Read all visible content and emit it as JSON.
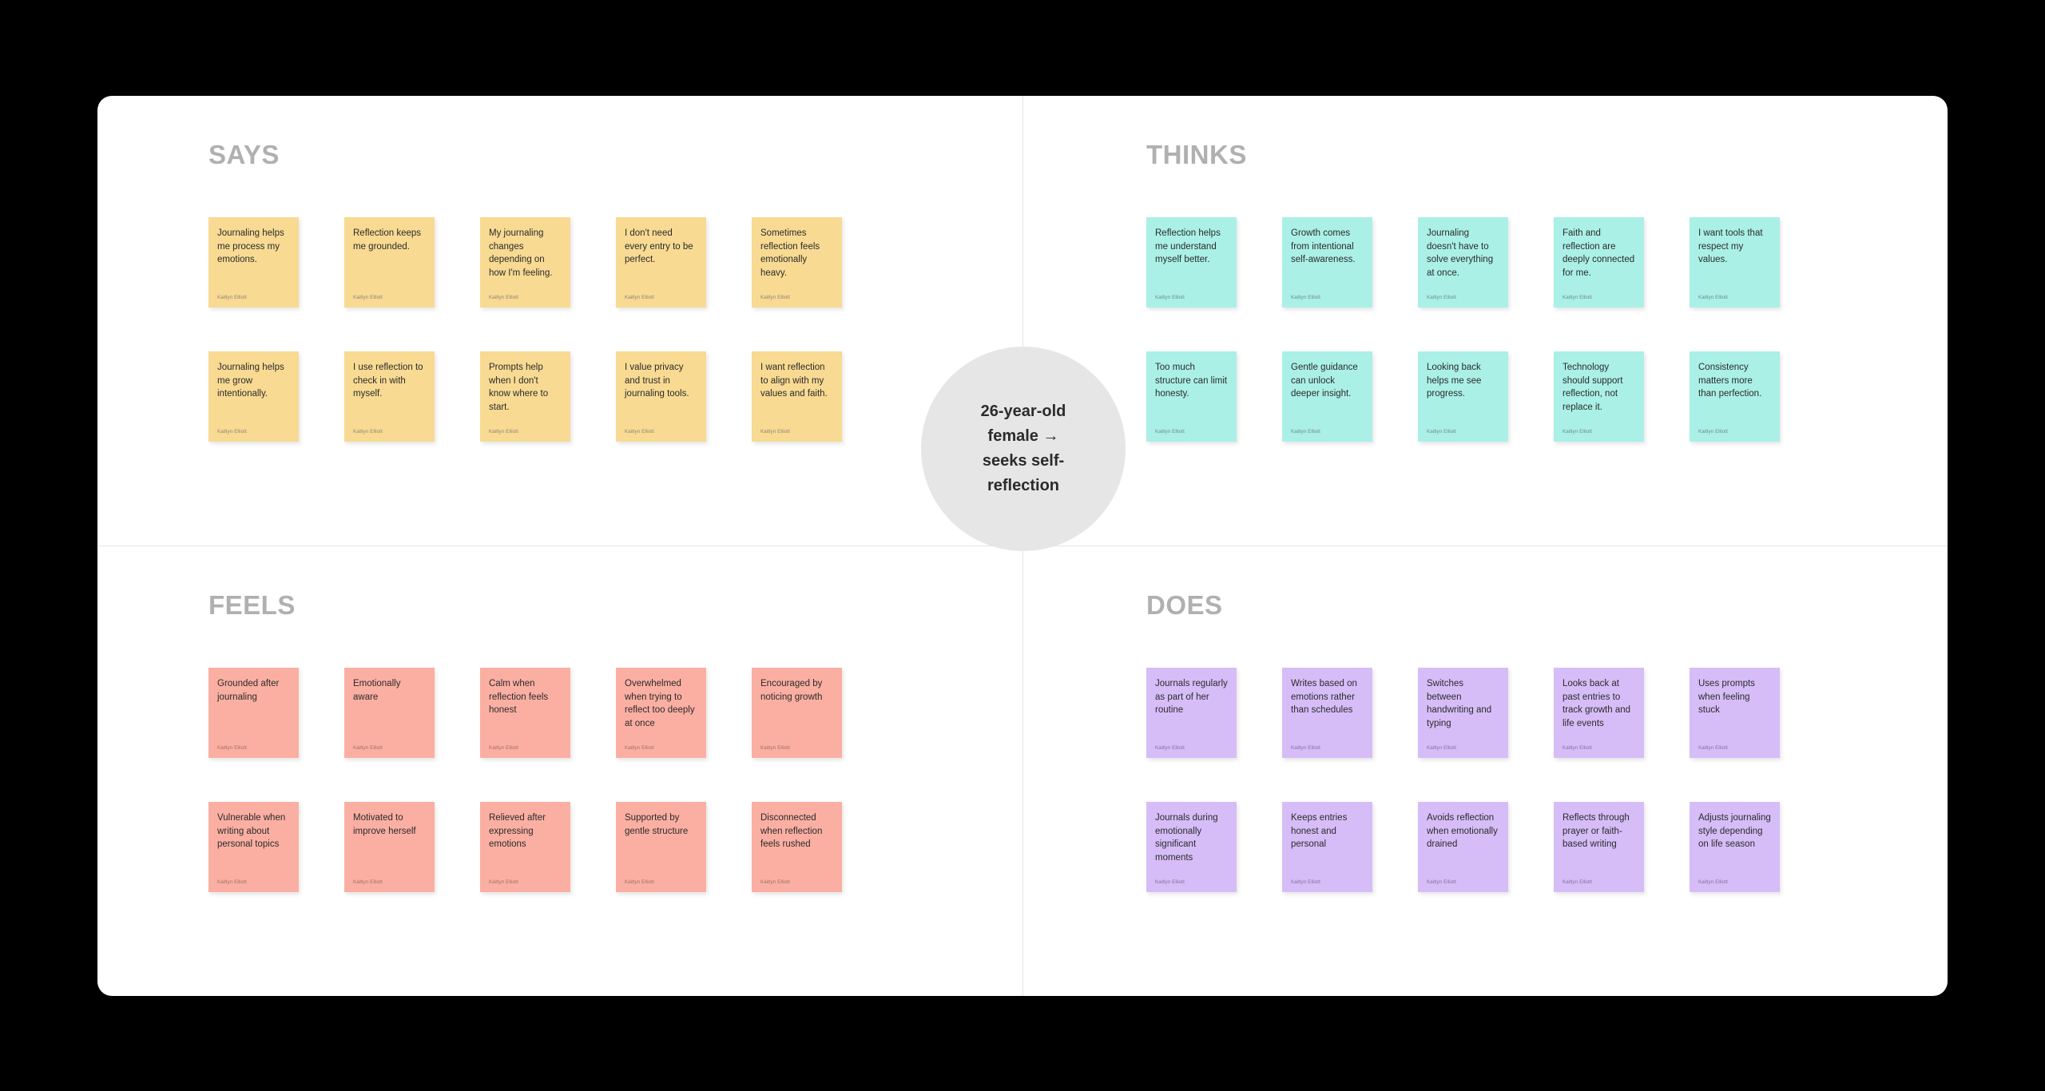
{
  "board": {
    "persona": "26-year-old female → seeks self-reflection",
    "author": "Kaitlyn Elliott",
    "colors": {
      "says": "#f8da92",
      "thinks": "#aaf0e7",
      "feels": "#fbafa2",
      "does": "#d6bdf8",
      "persona_circle": "#e6e6e6",
      "canvas": "#ffffff",
      "backdrop": "#000000",
      "title": "#b0b0b0"
    }
  },
  "quadrants": {
    "says": {
      "title": "SAYS",
      "notes": [
        {
          "text": "Journaling helps me process my emotions.",
          "author": "Kaitlyn Elliott"
        },
        {
          "text": "Reflection keeps me grounded.",
          "author": "Kaitlyn Elliott"
        },
        {
          "text": "My journaling changes depending on how I'm feeling.",
          "author": "Kaitlyn Elliott"
        },
        {
          "text": "I don't need every entry to be perfect.",
          "author": "Kaitlyn Elliott"
        },
        {
          "text": "Sometimes reflection feels emotionally heavy.",
          "author": "Kaitlyn Elliott"
        },
        {
          "text": "Journaling helps me grow intentionally.",
          "author": "Kaitlyn Elliott"
        },
        {
          "text": "I use reflection to check in with myself.",
          "author": "Kaitlyn Elliott"
        },
        {
          "text": "Prompts help when I don't know where to start.",
          "author": "Kaitlyn Elliott"
        },
        {
          "text": "I value privacy and trust in journaling tools.",
          "author": "Kaitlyn Elliott"
        },
        {
          "text": "I want reflection to align with my values and faith.",
          "author": "Kaitlyn Elliott"
        }
      ]
    },
    "thinks": {
      "title": "THINKS",
      "notes": [
        {
          "text": "Reflection helps me understand myself better.",
          "author": "Kaitlyn Elliott"
        },
        {
          "text": "Growth comes from intentional self-awareness.",
          "author": "Kaitlyn Elliott"
        },
        {
          "text": "Journaling doesn't have to solve everything at once.",
          "author": "Kaitlyn Elliott"
        },
        {
          "text": "Faith and reflection are deeply connected for me.",
          "author": "Kaitlyn Elliott"
        },
        {
          "text": "I want tools that respect my values.",
          "author": "Kaitlyn Elliott"
        },
        {
          "text": "Too much structure can limit honesty.",
          "author": "Kaitlyn Elliott"
        },
        {
          "text": "Gentle guidance can unlock deeper insight.",
          "author": "Kaitlyn Elliott"
        },
        {
          "text": "Looking back helps me see progress.",
          "author": "Kaitlyn Elliott"
        },
        {
          "text": "Technology should support reflection, not replace it.",
          "author": "Kaitlyn Elliott"
        },
        {
          "text": "Consistency matters more than perfection.",
          "author": "Kaitlyn Elliott"
        }
      ]
    },
    "feels": {
      "title": "FEELS",
      "notes": [
        {
          "text": "Grounded after journaling",
          "author": "Kaitlyn Elliott"
        },
        {
          "text": "Emotionally aware",
          "author": "Kaitlyn Elliott"
        },
        {
          "text": "Calm when reflection feels honest",
          "author": "Kaitlyn Elliott"
        },
        {
          "text": "Overwhelmed when trying to reflect too deeply at once",
          "author": "Kaitlyn Elliott"
        },
        {
          "text": "Encouraged by noticing growth",
          "author": "Kaitlyn Elliott"
        },
        {
          "text": "Vulnerable when writing about personal topics",
          "author": "Kaitlyn Elliott"
        },
        {
          "text": "Motivated to improve herself",
          "author": "Kaitlyn Elliott"
        },
        {
          "text": "Relieved after expressing emotions",
          "author": "Kaitlyn Elliott"
        },
        {
          "text": "Supported by gentle structure",
          "author": "Kaitlyn Elliott"
        },
        {
          "text": "Disconnected when reflection feels rushed",
          "author": "Kaitlyn Elliott"
        }
      ]
    },
    "does": {
      "title": "DOES",
      "notes": [
        {
          "text": "Journals regularly as part of her routine",
          "author": "Kaitlyn Elliott"
        },
        {
          "text": "Writes based on emotions rather than schedules",
          "author": "Kaitlyn Elliott"
        },
        {
          "text": "Switches between handwriting and typing",
          "author": "Kaitlyn Elliott"
        },
        {
          "text": "Looks back at past entries to track growth and life events",
          "author": "Kaitlyn Elliott"
        },
        {
          "text": "Uses prompts when feeling stuck",
          "author": "Kaitlyn Elliott"
        },
        {
          "text": "Journals during emotionally significant moments",
          "author": "Kaitlyn Elliott"
        },
        {
          "text": "Keeps entries honest and personal",
          "author": "Kaitlyn Elliott"
        },
        {
          "text": "Avoids reflection when emotionally drained",
          "author": "Kaitlyn Elliott"
        },
        {
          "text": "Reflects through prayer or faith-based writing",
          "author": "Kaitlyn Elliott"
        },
        {
          "text": "Adjusts journaling style depending on life season",
          "author": "Kaitlyn Elliott"
        }
      ]
    }
  }
}
